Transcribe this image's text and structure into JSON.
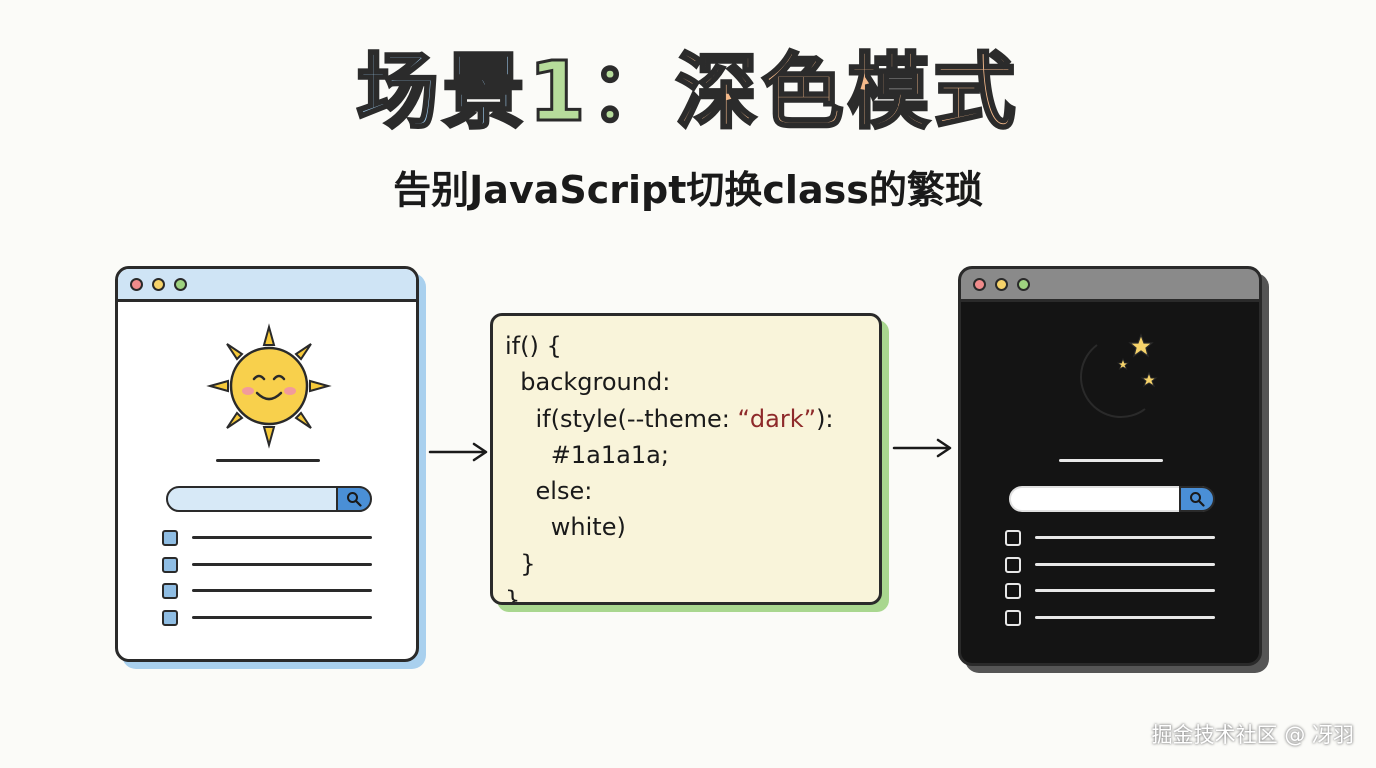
{
  "header": {
    "title_part1": "场景",
    "title_part2": "1：",
    "title_part3": "深色模式",
    "subtitle": "告别JavaScript切换class的繁琐"
  },
  "code_block": {
    "lines": [
      "if() {",
      "  background:",
      "    if(style(--theme: ",
      "      #1a1a1a;",
      "    else:",
      "      white)",
      "  }",
      "}"
    ],
    "string_value": "“dark”",
    "line3_tail": "):"
  },
  "light_browser": {
    "icon": "sun-icon",
    "list_items": 4
  },
  "dark_browser": {
    "icon": "moon-stars-icon",
    "list_items": 4
  },
  "credit": "掘金技术社区 @ 冴羽",
  "colors": {
    "title_blue": "#9cc7e8",
    "title_green": "#b6dc9b",
    "title_orange": "#f4b98a",
    "code_bg": "#f9f4da",
    "dark_bg": "#141414",
    "accent_blue": "#4a8fd6"
  }
}
